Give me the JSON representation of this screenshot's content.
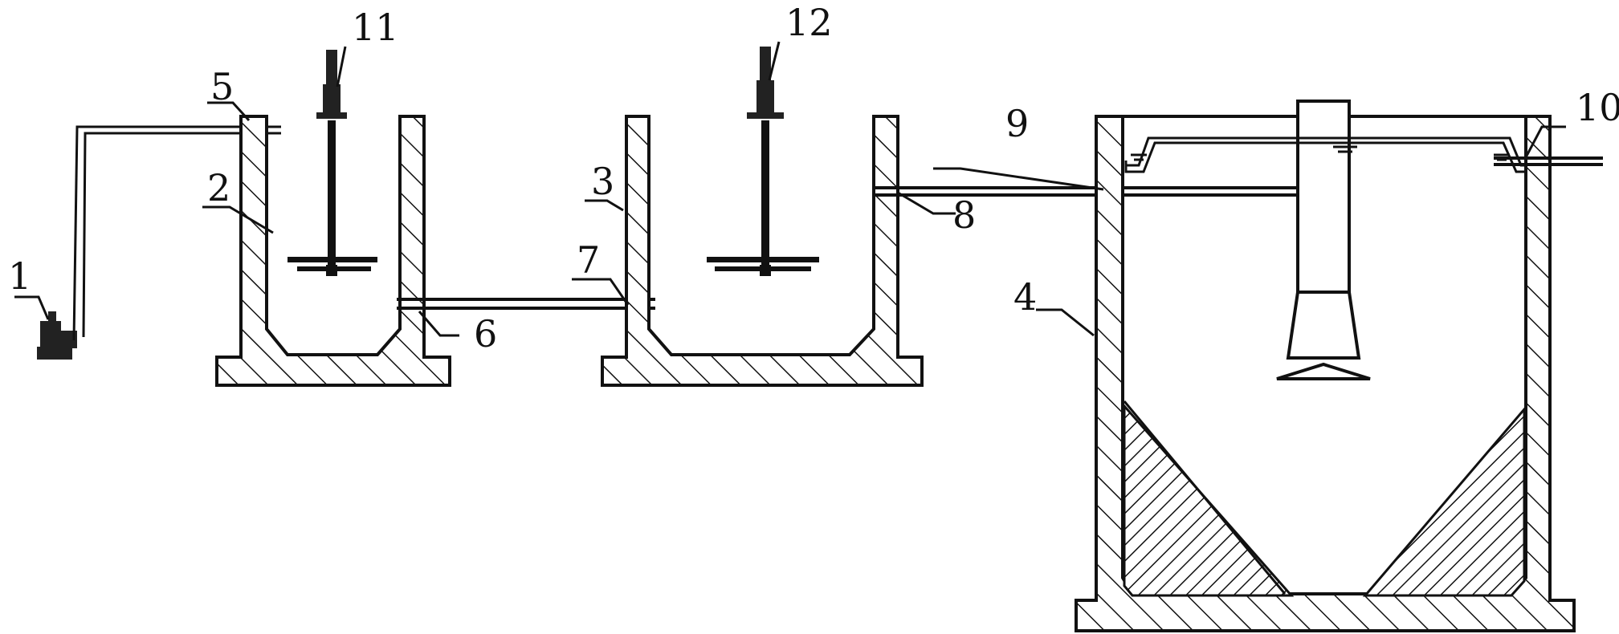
{
  "labels": {
    "pump": "1",
    "tank_a": "2",
    "tank_b": "3",
    "tank_c": "4",
    "inlet_pipe": "5",
    "pipe_6": "6",
    "pipe_7": "7",
    "pipe_8": "8",
    "pipe_9": "9",
    "outlet": "10",
    "mixer_a": "11",
    "mixer_b": "12"
  },
  "colors": {
    "line": "#111111",
    "background": "#ffffff"
  }
}
